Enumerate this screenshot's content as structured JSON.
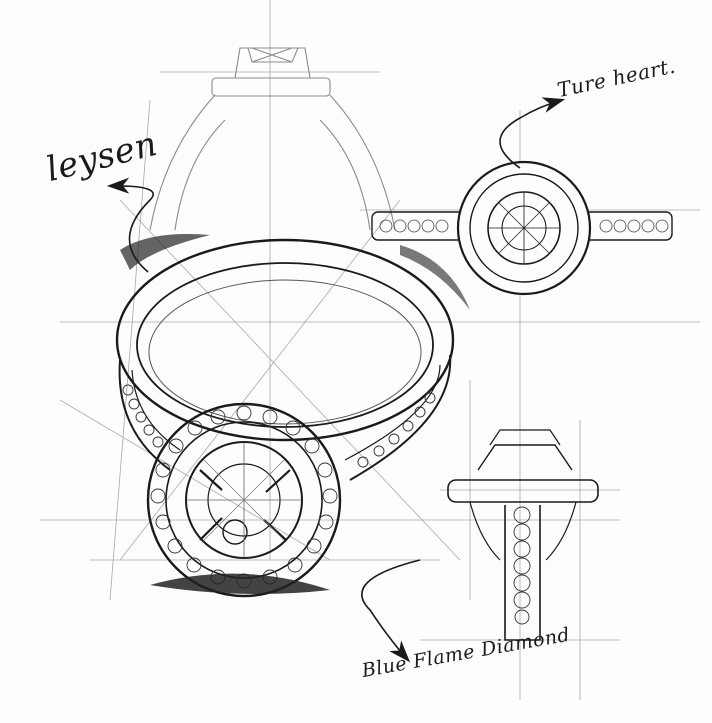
{
  "labels": {
    "leysen": "leysen",
    "ture_heart": "Ture heart.",
    "blue_flame": "Blue Flame Diamond"
  },
  "colors": {
    "ink": "#1a1a1a",
    "pencil": "#555555",
    "light_pencil": "#9a9a9a",
    "paper": "#fdfdfd"
  }
}
